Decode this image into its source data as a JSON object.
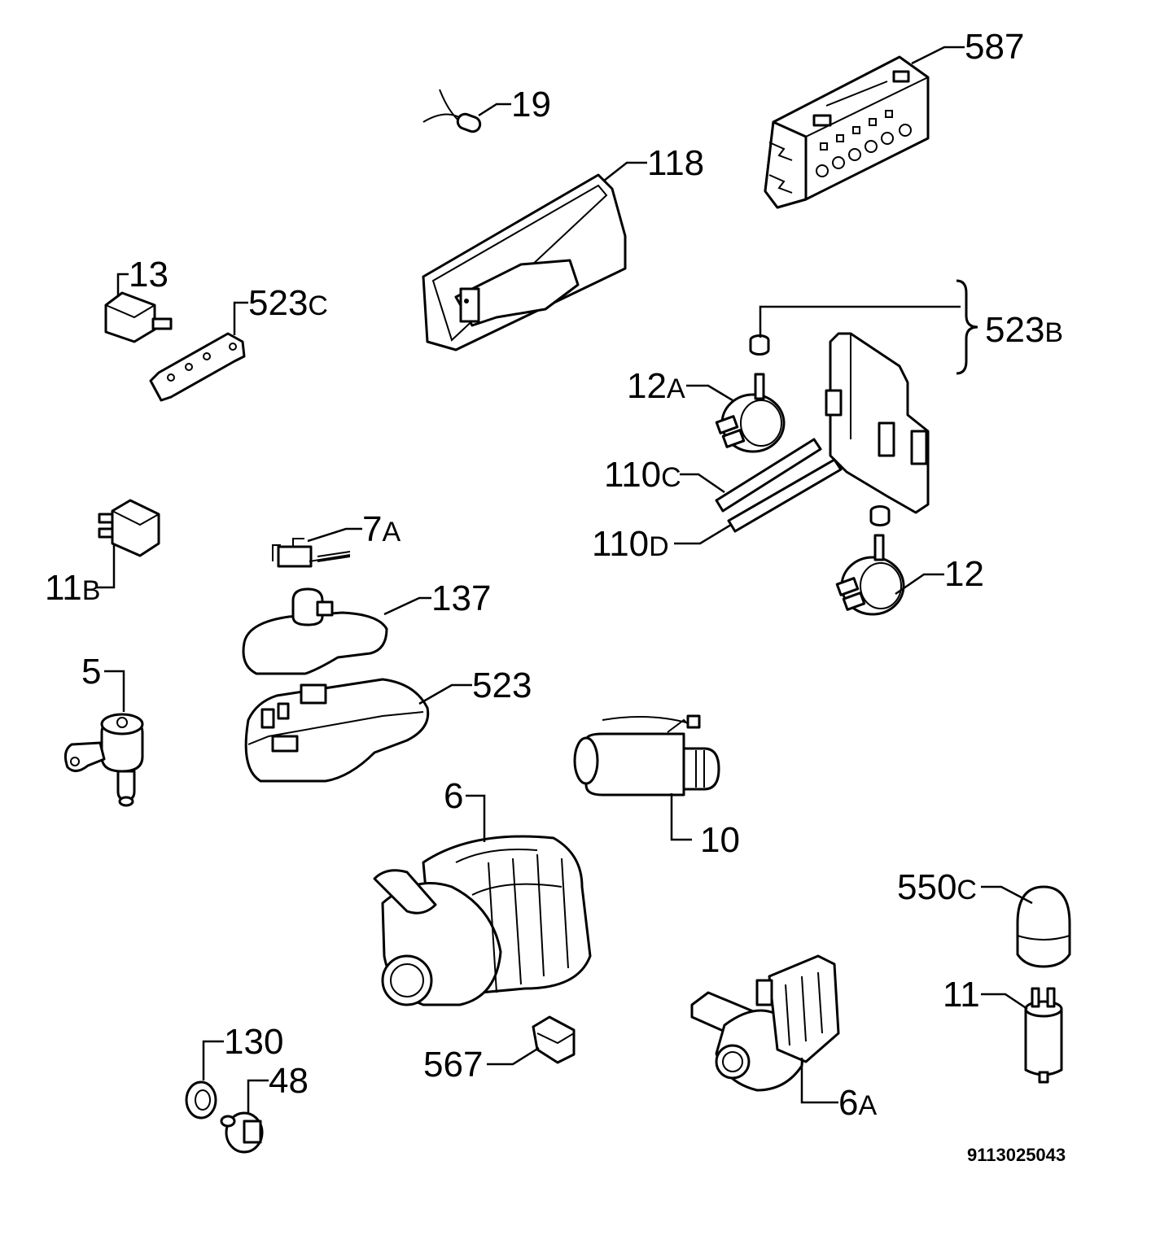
{
  "drawing_code": "9113025043",
  "labels": {
    "l587": {
      "num": "587",
      "suffix": ""
    },
    "l19": {
      "num": "19",
      "suffix": ""
    },
    "l118": {
      "num": "118",
      "suffix": ""
    },
    "l13": {
      "num": "13",
      "suffix": ""
    },
    "l523c": {
      "num": "523",
      "suffix": "C"
    },
    "l523b": {
      "num": "523",
      "suffix": "B"
    },
    "l12a": {
      "num": "12",
      "suffix": "A"
    },
    "l110c": {
      "num": "110",
      "suffix": "C"
    },
    "l110d": {
      "num": "110",
      "suffix": "D"
    },
    "l12": {
      "num": "12",
      "suffix": ""
    },
    "l7a": {
      "num": "7",
      "suffix": "A"
    },
    "l11b": {
      "num": "11",
      "suffix": "B"
    },
    "l137": {
      "num": "137",
      "suffix": ""
    },
    "l5": {
      "num": "5",
      "suffix": ""
    },
    "l523": {
      "num": "523",
      "suffix": ""
    },
    "l6": {
      "num": "6",
      "suffix": ""
    },
    "l10": {
      "num": "10",
      "suffix": ""
    },
    "l550c": {
      "num": "550",
      "suffix": "C"
    },
    "l11": {
      "num": "11",
      "suffix": ""
    },
    "l130": {
      "num": "130",
      "suffix": ""
    },
    "l48": {
      "num": "48",
      "suffix": ""
    },
    "l567": {
      "num": "567",
      "suffix": ""
    },
    "l6a": {
      "num": "6",
      "suffix": "A"
    }
  }
}
